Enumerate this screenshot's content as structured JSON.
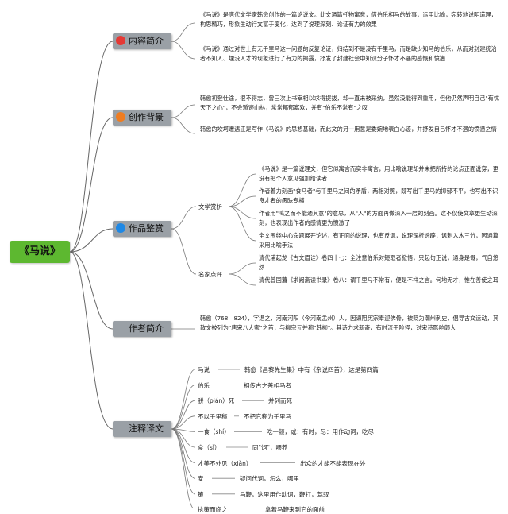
{
  "root": {
    "label": "《马说》"
  },
  "branches": {
    "intro": {
      "label": "内容简介",
      "badge_color": "#e53935",
      "badge_icon": "number-1-icon",
      "paragraphs": [
        "《马说》是唐代文学家韩愈创作的一篇论说文。此文通篇托物寓意，借伯乐相马的故事，运用比喻，宛转地说明道理，构思精巧，形象生动行文富于变化，达到了说理深刻、论证有力的效果",
        "《马说》通过对世上有无千里马这一问题的反复论证，归结到不是没有千里马，而是缺少知马的伯乐，从而对封建统治者不知人、埋没人才的现象进行了有力的揭露，抒发了封建社会中知识分子怀才不遇的感慨和愤懑"
      ]
    },
    "background": {
      "label": "创作背景",
      "badge_color": "#ef7d22",
      "badge_icon": "orange-dot-icon",
      "paragraphs": [
        "韩愈初登仕途，很不得志，曾三次上书宰相以求得提拔，却一直未被采纳，虽然没能得到重用，但他仍然声明自己\"有忧天下之心\"，不会遁迹山林，常常郁郁寡欢，并有\"伯乐不常有\"之叹",
        "韩愈的坎坷遭遇正是写作《马说》的思想基础，而此文的另一用意是委婉地表白心迹，并抒发自己怀才不遇的愤懑之情"
      ]
    },
    "appreciation": {
      "label": "作品鉴赏",
      "badge_color": "#1e88e5",
      "badge_icon": "blue-circle-icon",
      "groups": [
        {
          "label": "文学赏析",
          "items": [
            "《马说》是一篇说理文，但它似寓言而实非寓言，用比喻说理却并未把所持的论点正面说穿，更没有把个人意见强加给读者",
            "作者着力刻画\"食马者\"与千里马之间的矛盾，两相对照，既写出千里马的抑郁不平，也写出不识良才者的愚昧专横",
            "作者用\"鸣之而不能通其意\"的意思，从\"人\"的方面再做深入一层的刻画。这不仅使文章更生动深刻，也表现出作者的感情更为愤激了",
            "全文围绕中心命题展开论述，有正面的说理，也有反讽，说理深析透辟，讽刺入木三分，因通篇采用比喻手法"
          ]
        },
        {
          "label": "名家点评",
          "items": [
            "清代浦起龙《古文眉诠》卷四十七：全注意伯乐对短取者掀悟，只起句正说，通身是慨，气自悠然",
            "清代曾国藩《求阙斋读书录》卷八：谓千里马不常有，便是不祥之言。何地无才，惟在善使之耳"
          ]
        }
      ]
    },
    "author": {
      "label": "作者简介",
      "paragraphs": [
        "韩愈（768—824），字退之，河南河阳（今河南孟州）人，因谏阻宪宗奉迎佛骨，被贬为潮州刺史，倡导古文运动，其散文被列为\"唐宋八大家\"之首，与柳宗元并称\"韩柳\"。其诗力求新奇，有时流于险怪，对宋诗影响颇大"
      ]
    },
    "notes": {
      "label": "注释译文",
      "items": [
        {
          "term": "马说",
          "def": "韩愈《昌黎先生集》中有《杂说四首》，这是第四篇"
        },
        {
          "term": "伯乐",
          "def": "相传古之善相马者"
        },
        {
          "term": "骈（pián）死",
          "def": "并列而死"
        },
        {
          "term": "不以千里称",
          "def": "不把它称为千里马"
        },
        {
          "term": "一食（shí）",
          "def": "吃一顿，或：有时，尽：用作动词，吃尽"
        },
        {
          "term": "食（sì）",
          "def": "同\"饲\"，喂养"
        },
        {
          "term": "才美不外见（xiàn）",
          "def": "出众的才能不能表现在外"
        },
        {
          "term": "安",
          "def": "疑问代词，怎么，哪里"
        },
        {
          "term": "策",
          "def": "马鞭，这里用作动词，鞭打，驾驭"
        },
        {
          "term": "执策而临之",
          "def": "拿着马鞭来到它的面前"
        }
      ]
    }
  }
}
